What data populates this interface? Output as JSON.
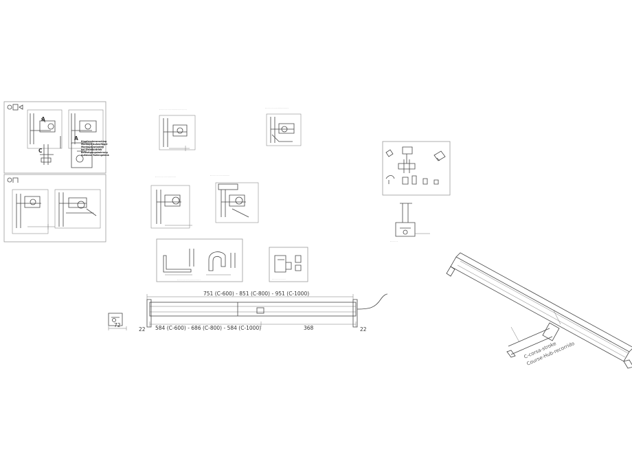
{
  "dimensions": {
    "overall_length": "751 (C-600) - 851 (C-800) - 951 (C-1000)",
    "inner_length": "584 (C-600) - 686 (C-800) - 584 (C-1000)",
    "segment": "368",
    "end_left": "22",
    "end_right": "22",
    "bracket_width": "72"
  },
  "stroke_label_lines": [
    "C-corsa-stroke",
    "Course-Hub-recorrido"
  ],
  "callouts": [
    "A",
    "A",
    "C"
  ],
  "mounting_note_lines": [
    "Kippfensteranschlag",
    "Montage Außenflügel",
    "Montagevarianten",
    "bei Einzelantrieb",
    "Befestigungsbohrung",
    "Aufstand Rollengelenk"
  ],
  "colors": {
    "line": "#444444",
    "frame": "#999999",
    "background": "#ffffff"
  }
}
